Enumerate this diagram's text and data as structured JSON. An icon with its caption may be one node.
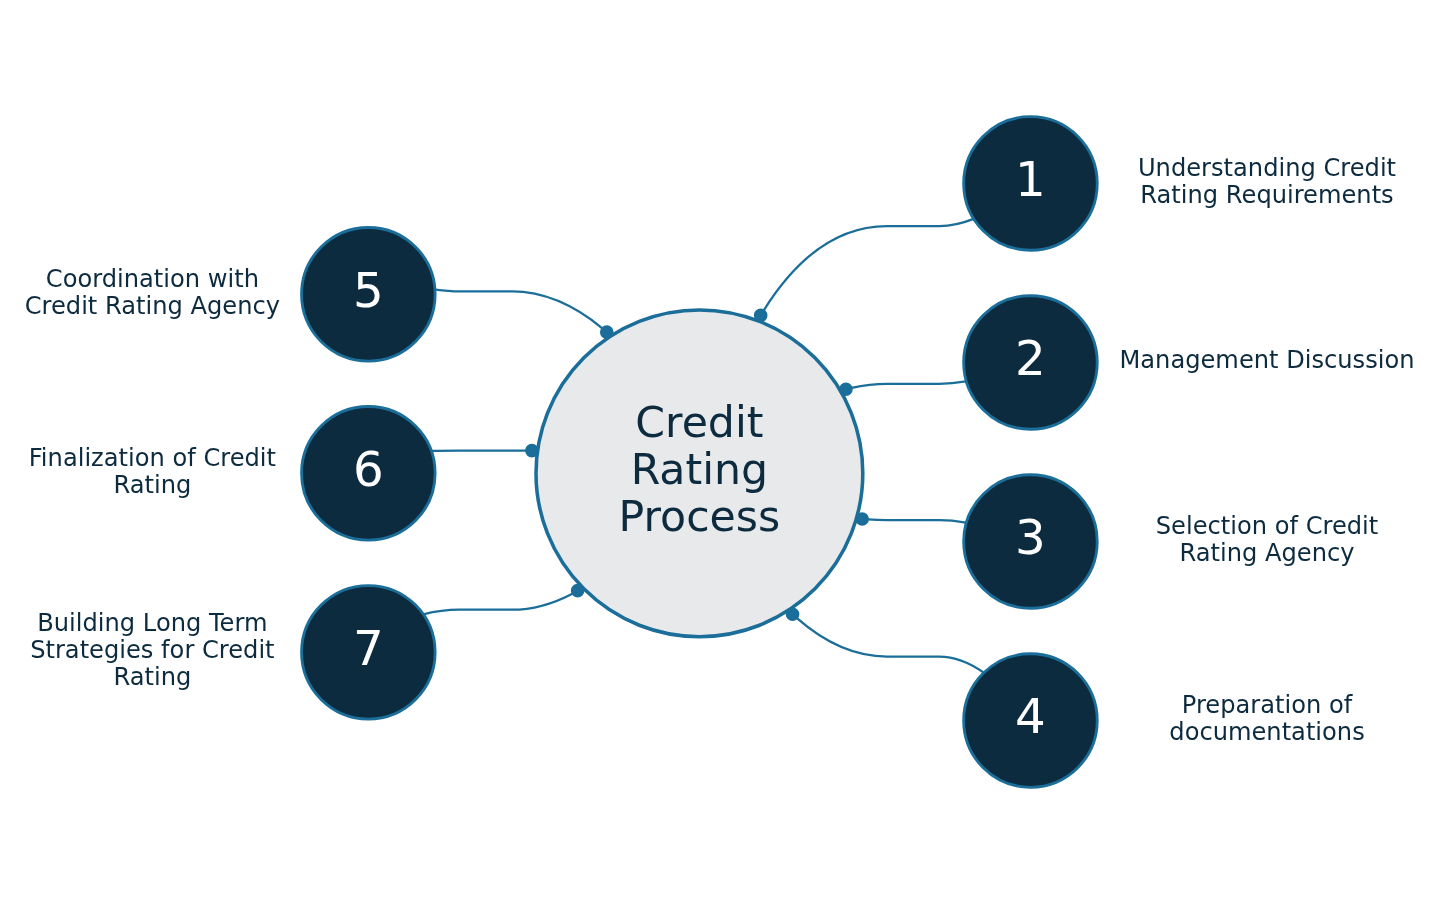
{
  "diagram": {
    "nodes": [
      {
        "text": [
          "Credit Rating Process"
        ]
      },
      {
        "text": [
          "1"
        ],
        "beside": [
          "Understanding Credit Rating Requirements"
        ]
      },
      {
        "text": [
          "2"
        ],
        "beside": [
          "Management Discussion"
        ]
      },
      {
        "text": [
          "3"
        ],
        "beside": [
          "Selection of Credit Rating Agency"
        ]
      },
      {
        "text": [
          "4"
        ],
        "beside": [
          "Preparation of documentations"
        ]
      },
      {
        "text": [
          "5"
        ],
        "beside": [
          "Coordination with Credit Rating Agency"
        ]
      },
      {
        "text": [
          "6"
        ],
        "beside": [
          "Finalization of Credit Rating"
        ]
      },
      {
        "text": [
          "7"
        ],
        "beside": [
          "Building Long Term Strategies for Credit Rating"
        ]
      }
    ],
    "edges": [
      {
        "from": 0,
        "to": 1,
        "arrow": "other"
      },
      {
        "from": 0,
        "to": 2,
        "arrow": "other"
      },
      {
        "from": 0,
        "to": 3,
        "arrow": "other"
      },
      {
        "from": 0,
        "to": 4,
        "arrow": "other"
      },
      {
        "from": 0,
        "to": 5,
        "arrow": "other"
      },
      {
        "from": 0,
        "to": 6,
        "arrow": "other"
      },
      {
        "from": 0,
        "to": 7,
        "arrow": "other"
      }
    ]
  }
}
